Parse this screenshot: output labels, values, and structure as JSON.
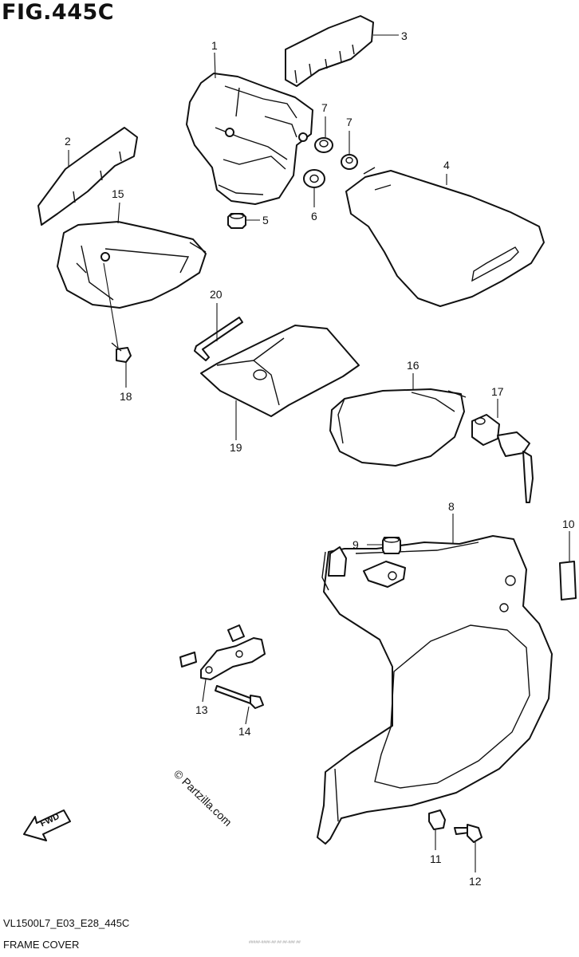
{
  "figure": {
    "title": "FIG.445C",
    "model_code": "VL1500L7_E03_E28_445C",
    "caption": "FRAME COVER",
    "watermark": "© Partzilla.com",
    "fwd_label": "FWD",
    "fine_print": "#####-####-## ## ##-### ##"
  },
  "callouts": {
    "n1": "1",
    "n2": "2",
    "n3": "3",
    "n4": "4",
    "n5": "5",
    "n6": "6",
    "n7a": "7",
    "n7b": "7",
    "n8": "8",
    "n9": "9",
    "n10": "10",
    "n11": "11",
    "n12": "12",
    "n13": "13",
    "n14": "14",
    "n15": "15",
    "n16": "16",
    "n17": "17",
    "n18": "18",
    "n19": "19",
    "n20": "20"
  }
}
